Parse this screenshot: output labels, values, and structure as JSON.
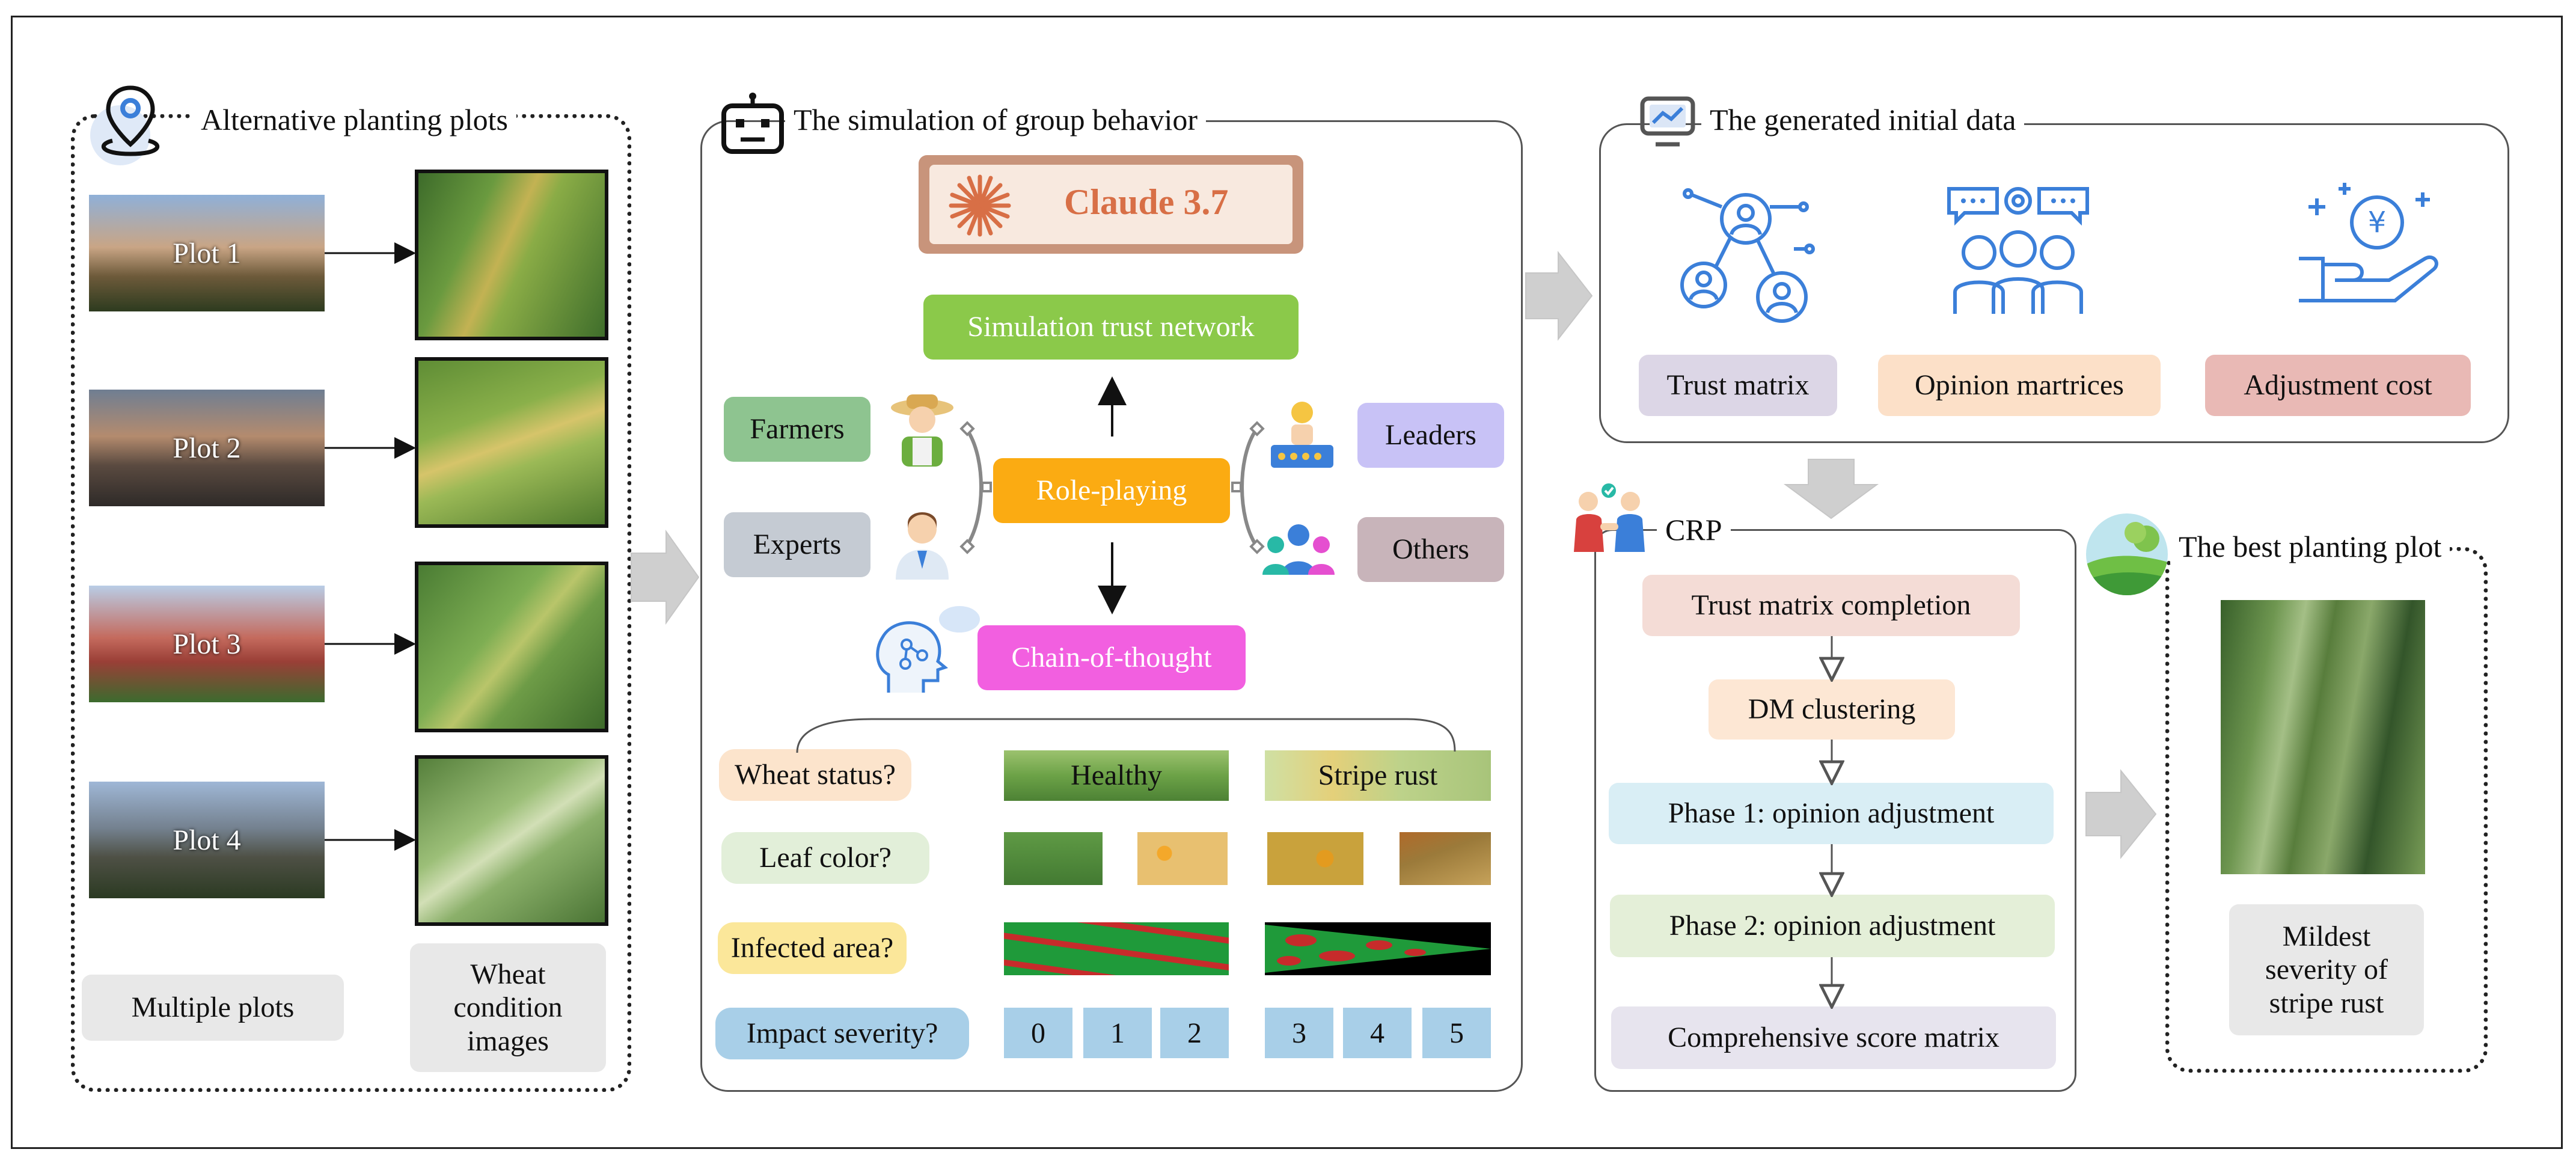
{
  "plots_panel": {
    "title": "Alternative planting plots",
    "plots": [
      "Plot 1",
      "Plot 2",
      "Plot 3",
      "Plot 4"
    ],
    "caption_left": "Multiple plots",
    "caption_right": "Wheat condition images"
  },
  "simulation_panel": {
    "title": "The simulation of group behavior",
    "llm": "Claude 3.7",
    "trust_network": "Simulation trust network",
    "role_playing": "Role-playing",
    "chain_of_thought": "Chain-of-thought",
    "roles": [
      "Farmers",
      "Experts",
      "Leaders",
      "Others"
    ],
    "questions": [
      "Wheat status?",
      "Leaf color?",
      "Infected area?",
      "Impact severity?"
    ],
    "status_labels": [
      "Healthy",
      "Stripe rust"
    ],
    "severity_levels": [
      "0",
      "1",
      "2",
      "3",
      "4",
      "5"
    ]
  },
  "data_panel": {
    "title": "The generated initial data",
    "items": [
      "Trust matrix",
      "Opinion martrices",
      "Adjustment cost"
    ]
  },
  "crp_panel": {
    "title": "CRP",
    "steps": [
      "Trust matrix completion",
      "DM clustering",
      "Phase 1: opinion adjustment",
      "Phase 2: opinion adjustment",
      "Comprehensive score matrix"
    ]
  },
  "best_panel": {
    "title": "The best planting plot",
    "caption": "Mildest severity of stripe rust"
  },
  "colors": {
    "icon_blue": "#3b7fd9",
    "claude_orange": "#d86f46",
    "trust_network_green": "#8bc94a",
    "role_playing_orange": "#fbab12",
    "chain_of_thought_pink": "#f25fe0"
  }
}
